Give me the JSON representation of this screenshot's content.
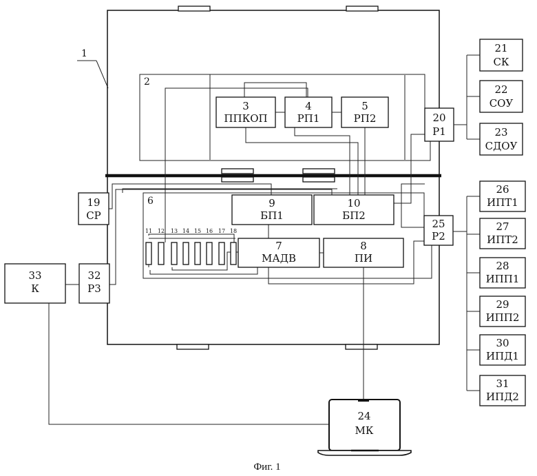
{
  "labels": {
    "housing": "1",
    "upper_frame": "2",
    "lower_frame": "6"
  },
  "blocks": {
    "b3": {
      "num": "3",
      "name": "ППКОП"
    },
    "b4": {
      "num": "4",
      "name": "РП1"
    },
    "b5": {
      "num": "5",
      "name": "РП2"
    },
    "b7": {
      "num": "7",
      "name": "МАДВ"
    },
    "b8": {
      "num": "8",
      "name": "ПИ"
    },
    "b9": {
      "num": "9",
      "name": "БП1"
    },
    "b10": {
      "num": "10",
      "name": "БП2"
    },
    "b19": {
      "num": "19",
      "name": "СР"
    },
    "b20": {
      "num": "20",
      "name": "Р1"
    },
    "b21": {
      "num": "21",
      "name": "СК"
    },
    "b22": {
      "num": "22",
      "name": "СОУ"
    },
    "b23": {
      "num": "23",
      "name": "СДОУ"
    },
    "b24": {
      "num": "24",
      "name": "МК"
    },
    "b25": {
      "num": "25",
      "name": "Р2"
    },
    "b26": {
      "num": "26",
      "name": "ИПТ1"
    },
    "b27": {
      "num": "27",
      "name": "ИПТ2"
    },
    "b28": {
      "num": "28",
      "name": "ИПП1"
    },
    "b29": {
      "num": "29",
      "name": "ИПП2"
    },
    "b30": {
      "num": "30",
      "name": "ИПД1"
    },
    "b31": {
      "num": "31",
      "name": "ИПД2"
    },
    "b32": {
      "num": "32",
      "name": "Р3"
    },
    "b33": {
      "num": "33",
      "name": "К"
    }
  },
  "resistors": [
    "11",
    "12",
    "13",
    "14",
    "15",
    "16",
    "17",
    "18"
  ],
  "caption": "Фиг. 1"
}
